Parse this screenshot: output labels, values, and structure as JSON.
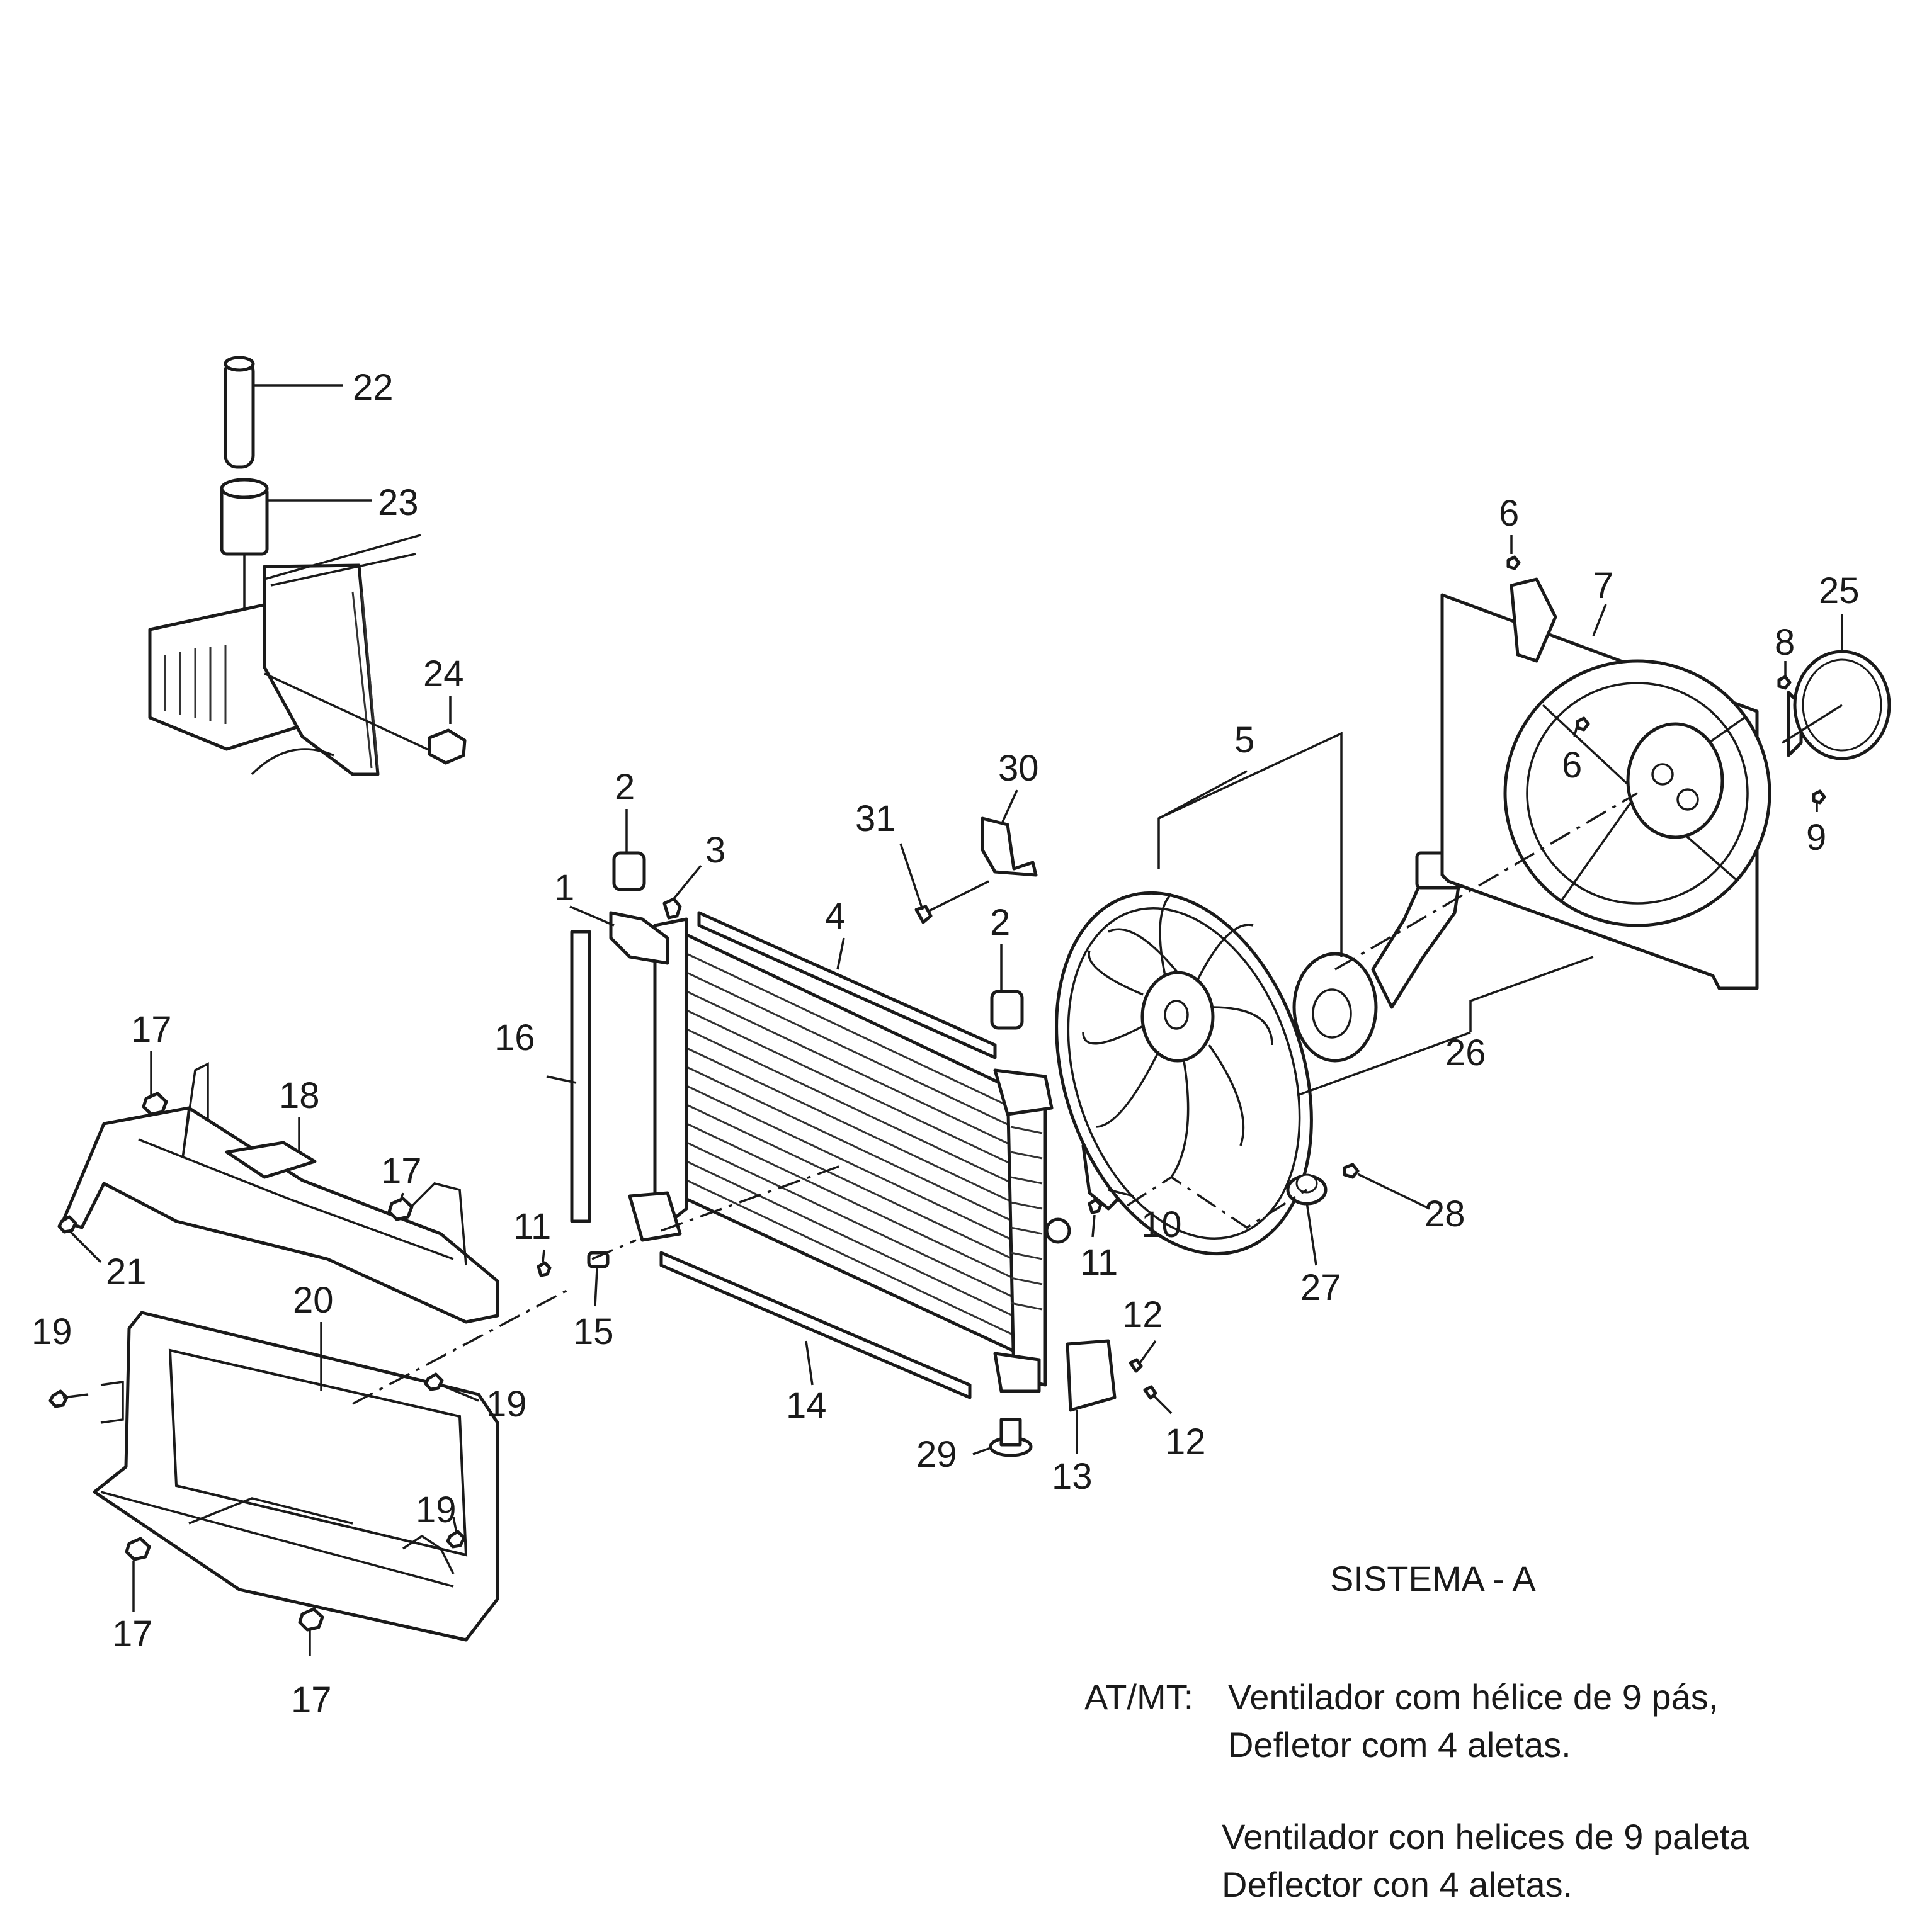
{
  "callouts": [
    "22",
    "23",
    "24",
    "6",
    "7",
    "25",
    "8",
    "6",
    "9",
    "5",
    "30",
    "31",
    "2",
    "3",
    "1",
    "4",
    "2",
    "26",
    "17",
    "18",
    "16",
    "17",
    "21",
    "11",
    "15",
    "10",
    "11",
    "28",
    "27",
    "20",
    "19",
    "19",
    "14",
    "12",
    "12",
    "29",
    "13",
    "19",
    "17",
    "17"
  ],
  "captions": {
    "system": "SISTEMA - A",
    "prefix": "AT/MT:",
    "pt_line1": "Ventilador com hélice de 9 pás,",
    "pt_line2": "Defletor com 4 aletas.",
    "es_line1": "Ventilador con helices de 9 paleta",
    "es_line2": "Deflector con 4 aletas."
  }
}
